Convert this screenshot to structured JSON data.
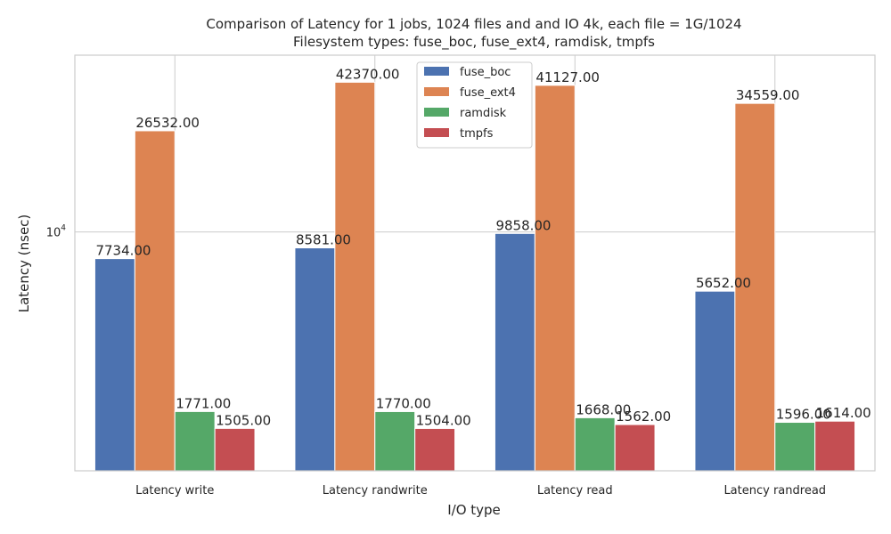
{
  "chart_data": {
    "type": "bar",
    "title_line1": "Comparison of Latency for 1 jobs, 1024 files and  and IO 4k, each file = 1G/1024",
    "title_line2": "Filesystem types: fuse_boc, fuse_ext4, ramdisk, tmpfs",
    "xlabel": "I/O type",
    "ylabel": "Latency (nsec)",
    "yscale": "log",
    "ylim": [
      1000,
      55000
    ],
    "yticks": [
      {
        "value": 10000,
        "base": "10",
        "exp": "4"
      }
    ],
    "grid": true,
    "legend_position": "upper-center",
    "categories": [
      "Latency write",
      "Latency randwrite",
      "Latency read",
      "Latency randread"
    ],
    "series": [
      {
        "name": "fuse_boc",
        "color": "#4c72b0",
        "values": [
          7734,
          8581,
          9858,
          5652
        ]
      },
      {
        "name": "fuse_ext4",
        "color": "#dd8452",
        "values": [
          26532,
          42370,
          41127,
          34559
        ]
      },
      {
        "name": "ramdisk",
        "color": "#55a868",
        "values": [
          1771,
          1770,
          1668,
          1596
        ]
      },
      {
        "name": "tmpfs",
        "color": "#c44e52",
        "values": [
          1505,
          1504,
          1562,
          1614
        ]
      }
    ],
    "value_labels": [
      [
        "7734.00",
        "8581.00",
        "9858.00",
        "5652.00"
      ],
      [
        "26532.00",
        "42370.00",
        "41127.00",
        "34559.00"
      ],
      [
        "1771.00",
        "1770.00",
        "1668.00",
        "1596.00"
      ],
      [
        "1505.00",
        "1504.00",
        "1562.00",
        "1614.00"
      ]
    ]
  }
}
